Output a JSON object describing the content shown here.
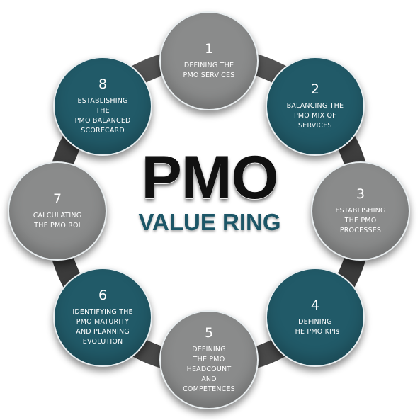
{
  "title": {
    "main": "PMO",
    "sub": "VALUE RING"
  },
  "colors": {
    "teal": "#215a68",
    "gray": "#8a8b8b",
    "ring": "#3b3b3b",
    "title_main": "#111111",
    "title_sub": "#1c5667"
  },
  "nodes": [
    {
      "number": "1",
      "lines": [
        "DEFINING THE",
        "PMO SERVICES"
      ],
      "color": "gray"
    },
    {
      "number": "2",
      "lines": [
        "BALANCING THE",
        "PMO MIX OF",
        "SERVICES"
      ],
      "color": "teal"
    },
    {
      "number": "3",
      "lines": [
        "ESTABLISHING",
        "THE PMO",
        "PROCESSES"
      ],
      "color": "gray"
    },
    {
      "number": "4",
      "lines": [
        "DEFINING",
        "THE PMO KPIs"
      ],
      "color": "teal"
    },
    {
      "number": "5",
      "lines": [
        "DEFINING",
        "THE PMO",
        "HEADCOUNT",
        "AND",
        "COMPETENCES"
      ],
      "color": "gray"
    },
    {
      "number": "6",
      "lines": [
        "IDENTIFYING THE",
        "PMO MATURITY",
        "AND PLANNING",
        "EVOLUTION"
      ],
      "color": "teal"
    },
    {
      "number": "7",
      "lines": [
        "CALCULATING",
        "THE PMO ROI"
      ],
      "color": "gray"
    },
    {
      "number": "8",
      "lines": [
        "ESTABLISHING",
        "THE",
        "PMO BALANCED",
        "SCORECARD"
      ],
      "color": "teal"
    }
  ]
}
